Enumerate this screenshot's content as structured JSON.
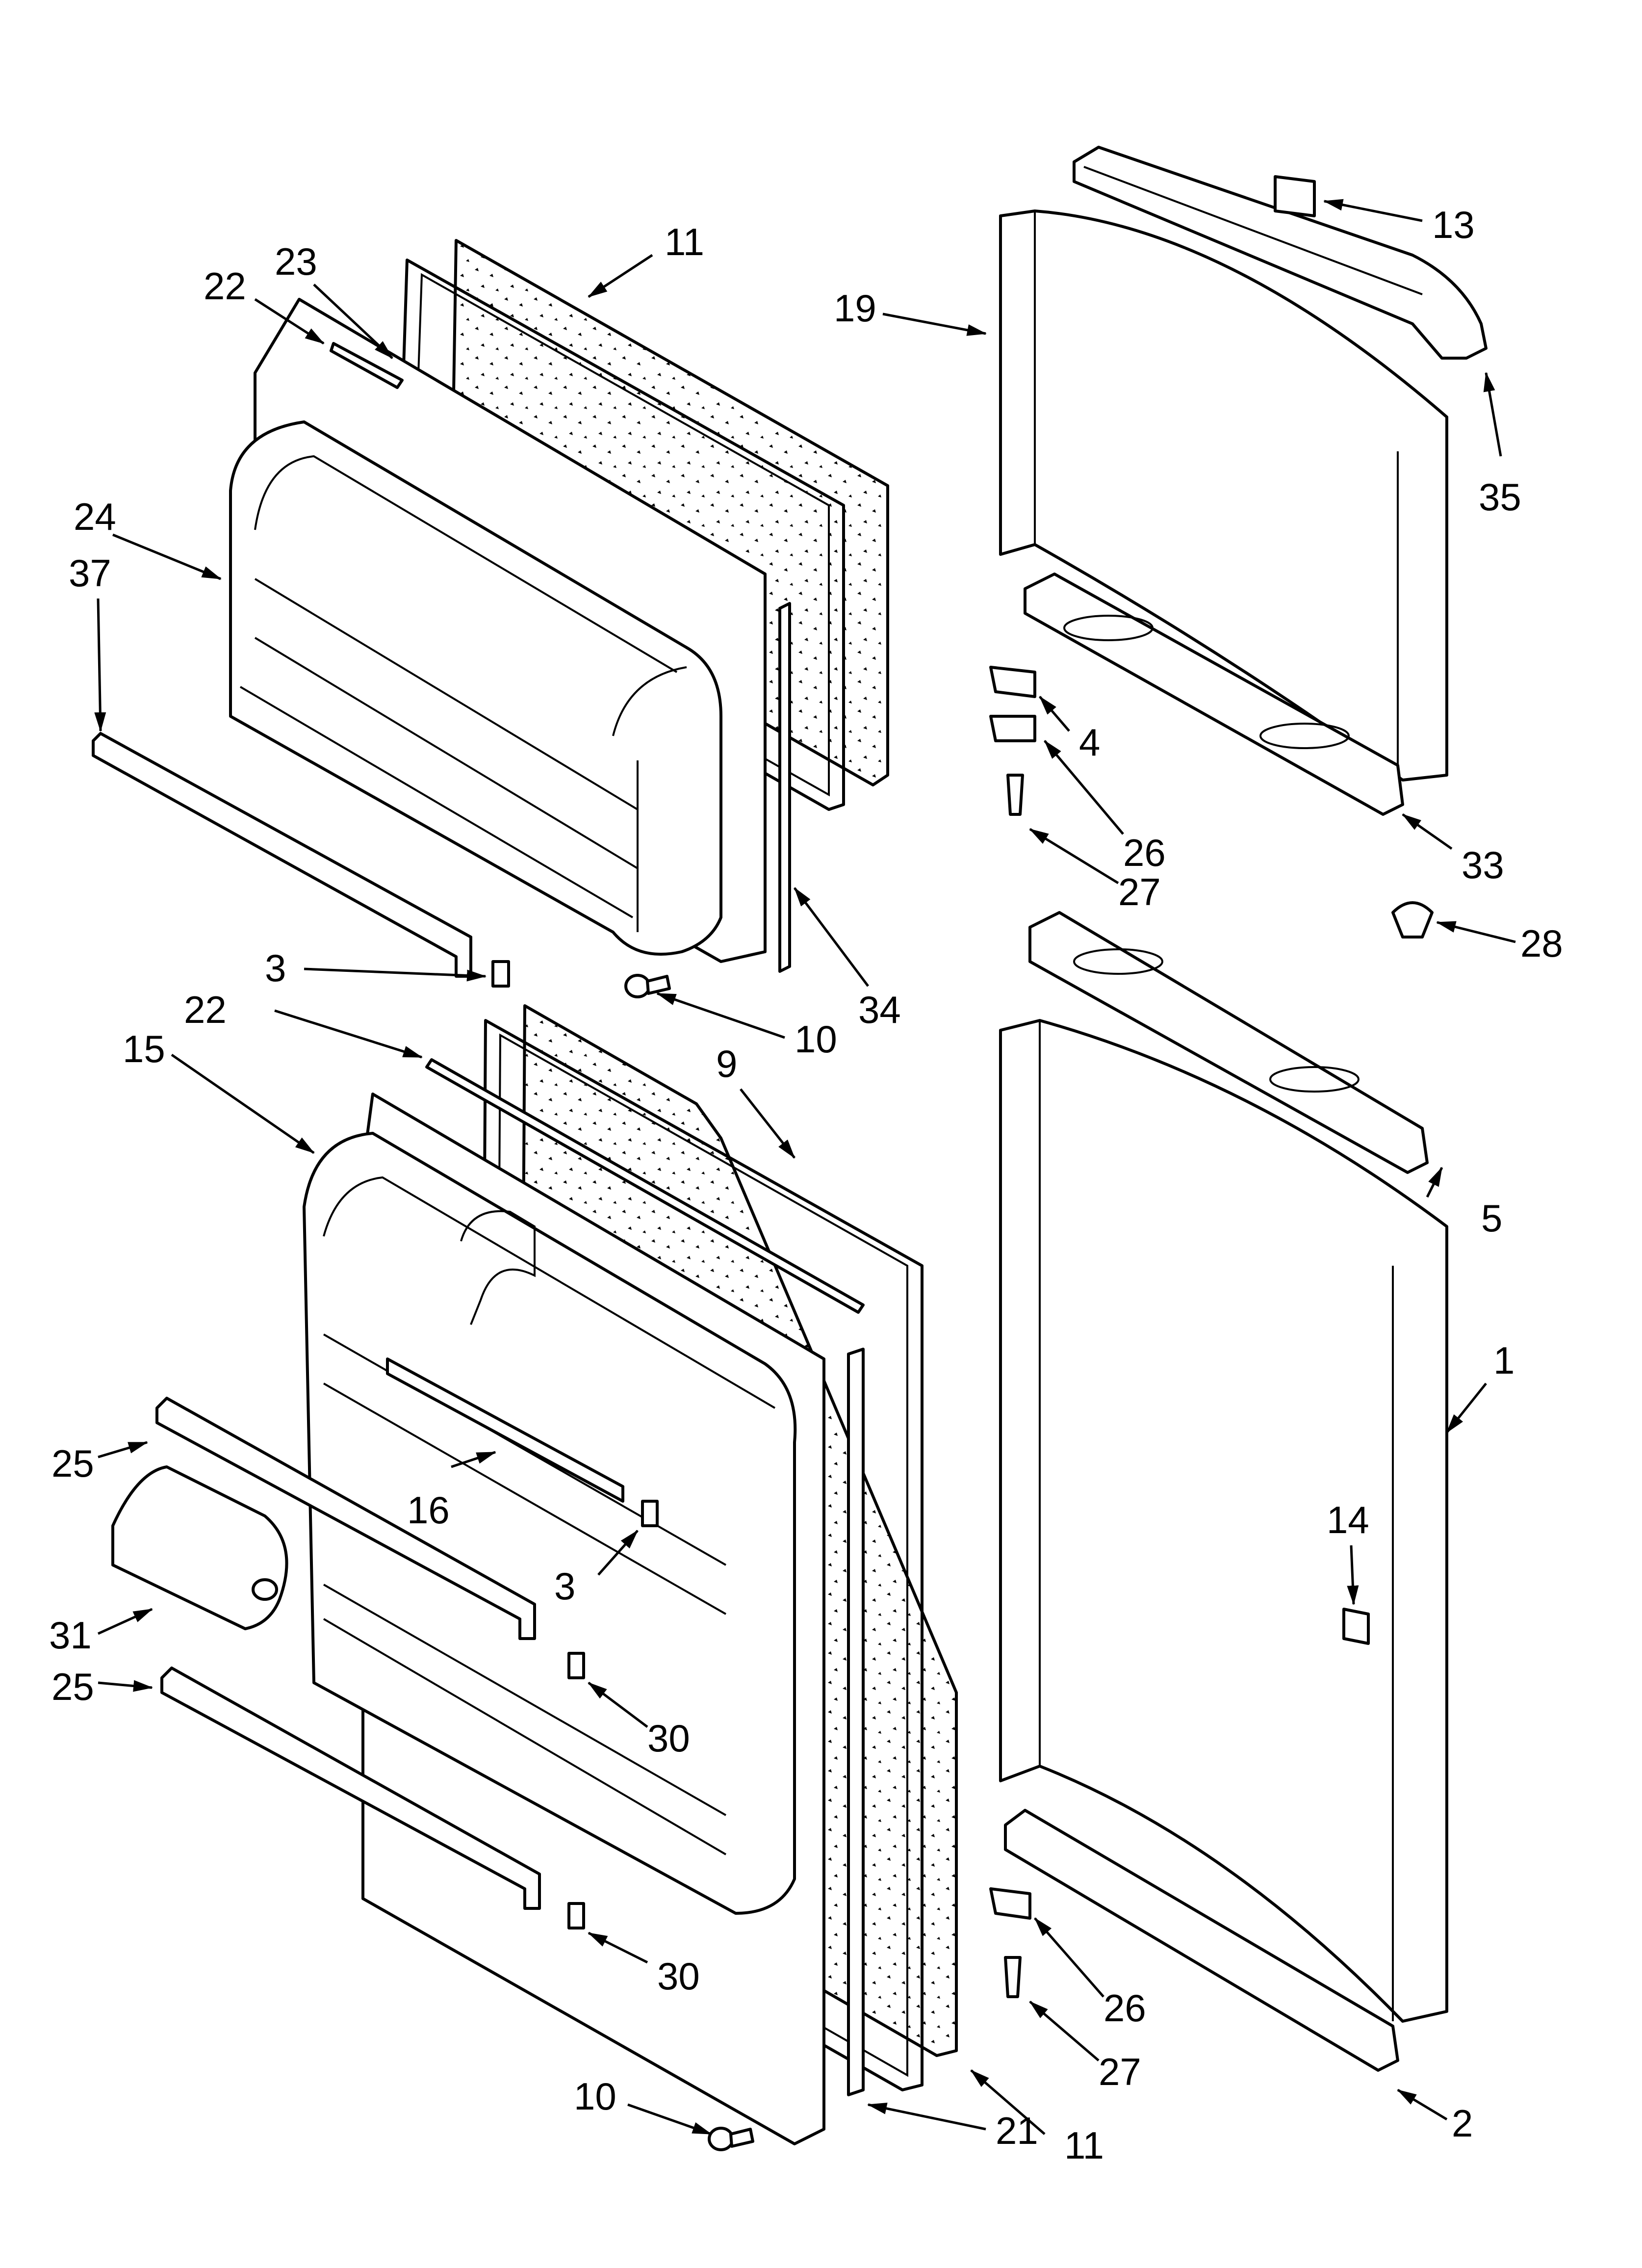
{
  "diagram": {
    "callouts": [
      {
        "id": "c11a",
        "label": "11"
      },
      {
        "id": "c23",
        "label": "23"
      },
      {
        "id": "c22a",
        "label": "22"
      },
      {
        "id": "c19",
        "label": "19"
      },
      {
        "id": "c13",
        "label": "13"
      },
      {
        "id": "c35",
        "label": "35"
      },
      {
        "id": "c24",
        "label": "24"
      },
      {
        "id": "c37",
        "label": "37"
      },
      {
        "id": "c4",
        "label": "4"
      },
      {
        "id": "c26a",
        "label": "26"
      },
      {
        "id": "c27a",
        "label": "27"
      },
      {
        "id": "c33",
        "label": "33"
      },
      {
        "id": "c28",
        "label": "28"
      },
      {
        "id": "c3a",
        "label": "3"
      },
      {
        "id": "c34",
        "label": "34"
      },
      {
        "id": "c10a",
        "label": "10"
      },
      {
        "id": "c22b",
        "label": "22"
      },
      {
        "id": "c15",
        "label": "15"
      },
      {
        "id": "c9",
        "label": "9"
      },
      {
        "id": "c5",
        "label": "5"
      },
      {
        "id": "c1",
        "label": "1"
      },
      {
        "id": "c25a",
        "label": "25"
      },
      {
        "id": "c16",
        "label": "16"
      },
      {
        "id": "c14",
        "label": "14"
      },
      {
        "id": "c3b",
        "label": "3"
      },
      {
        "id": "c31",
        "label": "31"
      },
      {
        "id": "c30a",
        "label": "30"
      },
      {
        "id": "c25b",
        "label": "25"
      },
      {
        "id": "c30b",
        "label": "30"
      },
      {
        "id": "c26b",
        "label": "26"
      },
      {
        "id": "c27b",
        "label": "27"
      },
      {
        "id": "c10b",
        "label": "10"
      },
      {
        "id": "c21",
        "label": "21"
      },
      {
        "id": "c11b",
        "label": "11"
      },
      {
        "id": "c2",
        "label": "2"
      }
    ]
  }
}
